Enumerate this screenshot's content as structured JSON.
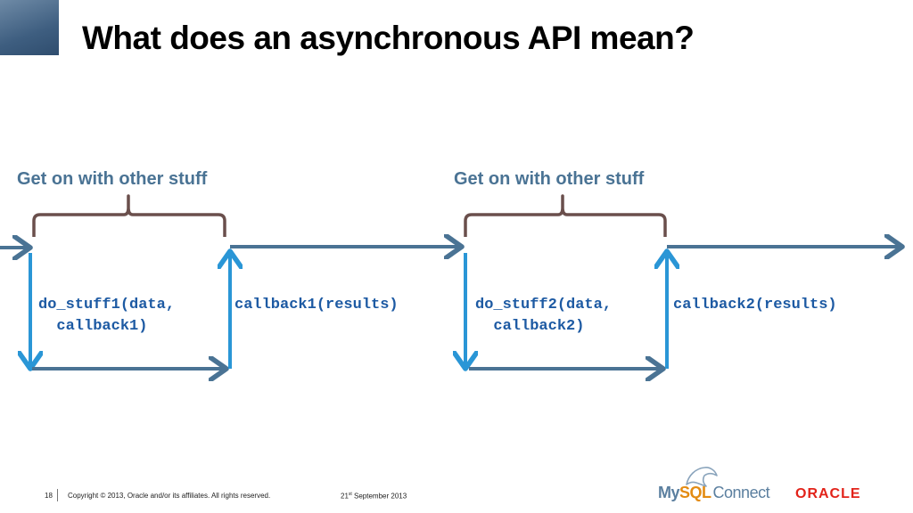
{
  "slide": {
    "title": "What does an asynchronous API mean?"
  },
  "diagram": {
    "segments": [
      {
        "brace_label": "Get on with other stuff",
        "call_line1": "do_stuff1(data,",
        "call_line2": "  callback1)",
        "callback": "callback1(results)"
      },
      {
        "brace_label": "Get on with other stuff",
        "call_line1": "do_stuff2(data,",
        "call_line2": "  callback2)",
        "callback": "callback2(results)"
      }
    ]
  },
  "footer": {
    "page_number": "18",
    "copyright": "Copyright © 2013, Oracle and/or its affiliates. All rights reserved.",
    "date_day": "21",
    "date_suffix": "st",
    "date_rest": " September 2013"
  },
  "logos": {
    "mysql_my": "My",
    "mysql_sql": "SQL",
    "mysql_connect": "Connect",
    "oracle": "ORACLE"
  },
  "colors": {
    "arrow": "#4a7394",
    "arrow_light": "#2a96d6",
    "brace": "#6a4f4c",
    "code": "#1d5aa3",
    "label": "#4a7394",
    "oracle_red": "#e2231a",
    "mysql_blue": "#5b7f9f",
    "mysql_orange": "#e38b12"
  }
}
